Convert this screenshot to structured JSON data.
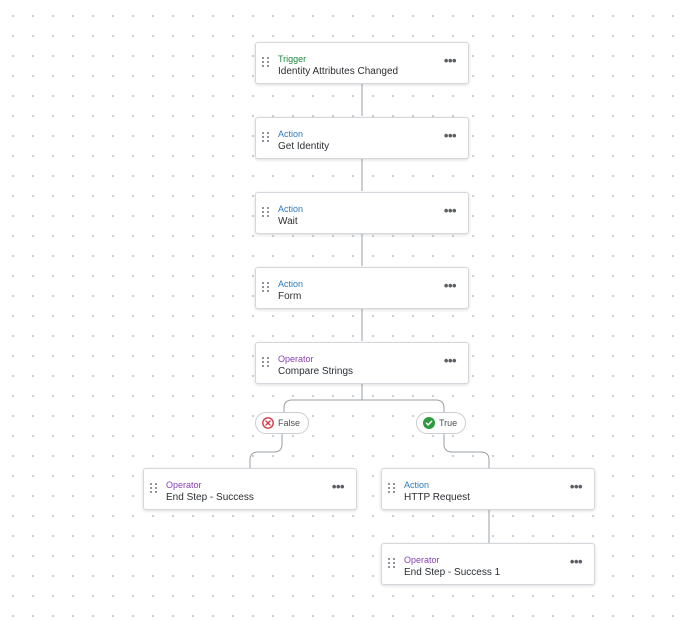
{
  "workflow": {
    "nodes": [
      {
        "type": "Trigger",
        "title": "Identity Attributes Changed",
        "kind": "trigger"
      },
      {
        "type": "Action",
        "title": "Get Identity",
        "kind": "action"
      },
      {
        "type": "Action",
        "title": "Wait",
        "kind": "action"
      },
      {
        "type": "Action",
        "title": "Form",
        "kind": "action"
      },
      {
        "type": "Operator",
        "title": "Compare Strings",
        "kind": "operator"
      },
      {
        "type": "Operator",
        "title": "End Step - Success",
        "kind": "operator"
      },
      {
        "type": "Action",
        "title": "HTTP Request",
        "kind": "action"
      },
      {
        "type": "Operator",
        "title": "End Step - Success 1",
        "kind": "operator"
      }
    ],
    "branches": {
      "false_label": "False",
      "true_label": "True"
    },
    "menu_glyph": "•••",
    "icons": {
      "false_icon": "x-circle-icon",
      "true_icon": "check-circle-icon",
      "drag_handle": "drag-handle-icon",
      "menu": "more-horizontal-icon"
    },
    "colors": {
      "trigger": "#1e8a3c",
      "action": "#2b7bbd",
      "operator": "#8a3fb5",
      "false": "#d63a4a",
      "true": "#2e9a3e"
    }
  }
}
